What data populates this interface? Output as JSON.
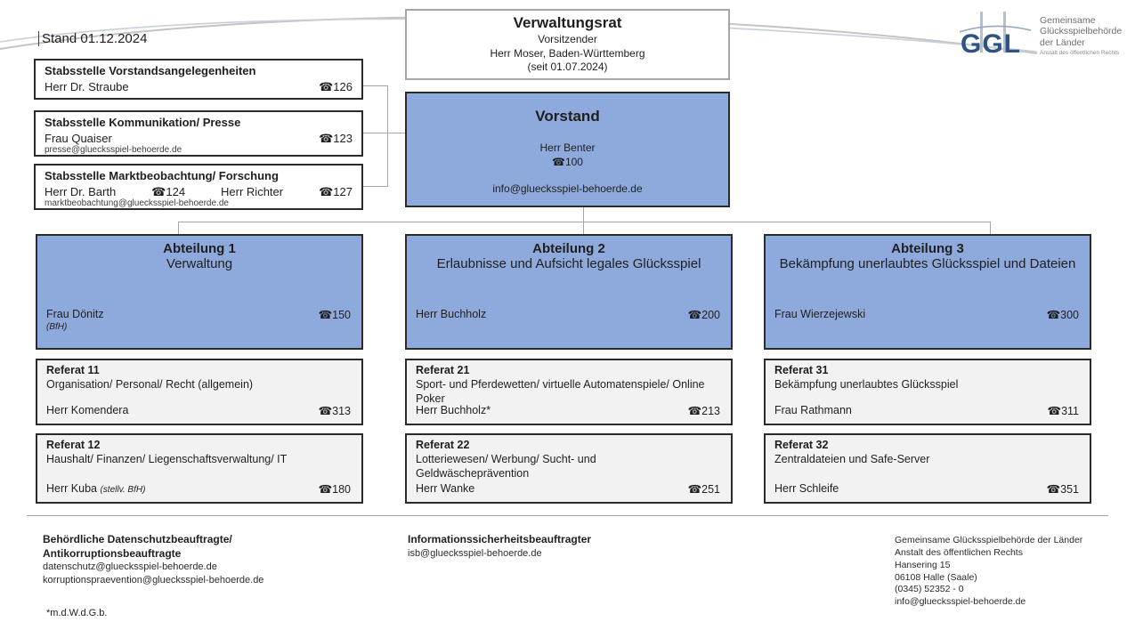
{
  "stand": "Stand 01.12.2024",
  "icons": {
    "phone": "☎"
  },
  "logo": {
    "acronym": "GGL",
    "name_lines": [
      "Gemeinsame",
      "Glücksspielbehörde",
      "der Länder"
    ],
    "subtitle": "Anstalt des öffentlichen Rechts"
  },
  "verwaltungsrat": {
    "title": "Verwaltungsrat",
    "lines": [
      "Vorsitzender",
      "Herr Moser, Baden-Württemberg",
      "(seit 01.07.2024)"
    ]
  },
  "vorstand": {
    "title": "Vorstand",
    "person": "Herr Benter",
    "phone": "100",
    "email": "info@gluecksspiel-behoerde.de"
  },
  "stabsstellen": [
    {
      "title": "Stabsstelle Vorstandsangelegenheiten",
      "person1": "Herr Dr. Straube",
      "phone1": "126",
      "person2": "",
      "phone2": "",
      "email": ""
    },
    {
      "title": "Stabsstelle Kommunikation/ Presse",
      "person1": "Frau Quaiser",
      "phone1": "123",
      "person2": "",
      "phone2": "",
      "email": "presse@gluecksspiel-behoerde.de"
    },
    {
      "title": "Stabsstelle Marktbeobachtung/ Forschung",
      "person1": "Herr Dr. Barth",
      "phone1": "124",
      "person2": "Herr Richter",
      "phone2": "127",
      "email": "marktbeobachtung@gluecksspiel-behoerde.de"
    }
  ],
  "abteilungen": [
    {
      "title": "Abteilung 1",
      "subtitle": "Verwaltung",
      "person": "Frau Dönitz",
      "note": "(BfH)",
      "phone": "150"
    },
    {
      "title": "Abteilung 2",
      "subtitle": "Erlaubnisse und Aufsicht legales Glücksspiel",
      "person": "Herr Buchholz",
      "note": "",
      "phone": "200"
    },
    {
      "title": "Abteilung 3",
      "subtitle": "Bekämpfung unerlaubtes Glücksspiel und Dateien",
      "person": "Frau Wierzejewski",
      "note": "",
      "phone": "300"
    }
  ],
  "referate": [
    {
      "title": "Referat 11",
      "desc": "Organisation/ Personal/ Recht (allgemein)",
      "person": "Herr Komendera",
      "note": "",
      "phone": "313"
    },
    {
      "title": "Referat 21",
      "desc": "Sport- und Pferdewetten/ virtuelle Automatenspiele/ Online Poker",
      "person": "Herr Buchholz*",
      "note": "",
      "phone": "213"
    },
    {
      "title": "Referat 31",
      "desc": "Bekämpfung unerlaubtes Glücksspiel",
      "person": "Frau Rathmann",
      "note": "",
      "phone": "311"
    },
    {
      "title": "Referat 12",
      "desc": "Haushalt/ Finanzen/ Liegenschaftsverwaltung/ IT",
      "person": "Herr Kuba",
      "note": "(stellv. BfH)",
      "phone": "180"
    },
    {
      "title": "Referat 22",
      "desc": "Lotteriewesen/ Werbung/ Sucht- und Geldwäscheprävention",
      "person": "Herr Wanke",
      "note": "",
      "phone": "251"
    },
    {
      "title": "Referat 32",
      "desc": "Zentraldateien und Safe-Server",
      "person": "Herr Schleife",
      "note": "",
      "phone": "351"
    }
  ],
  "footer": {
    "datenschutz_title1": "Behördliche Datenschutzbeauftragte/",
    "datenschutz_title2": "Antikorruptionsbeauftragte",
    "datenschutz_email1": "datenschutz@gluecksspiel-behoerde.de",
    "datenschutz_email2": "korruptionspraevention@gluecksspiel-behoerde.de",
    "isb_title": "Informationssicherheitsbeauftragter",
    "isb_email": "isb@gluecksspiel-behoerde.de",
    "address_lines": [
      "Gemeinsame Glücksspielbehörde der Länder",
      "Anstalt des öffentlichen Rechts",
      "Hansering 15",
      "06108 Halle (Saale)",
      "(0345) 52352 - 0",
      "info@gluecksspiel-behoerde.de"
    ],
    "footnote": "*m.d.W.d.G.b."
  },
  "colors": {
    "box_blue": "#8EAADC",
    "box_gray": "#F2F2F2",
    "border_dark": "#2b2b2b",
    "border_gray": "#A6A6A6",
    "connector_gray": "#A6A6A6",
    "logo_blue": "#2D5382"
  }
}
